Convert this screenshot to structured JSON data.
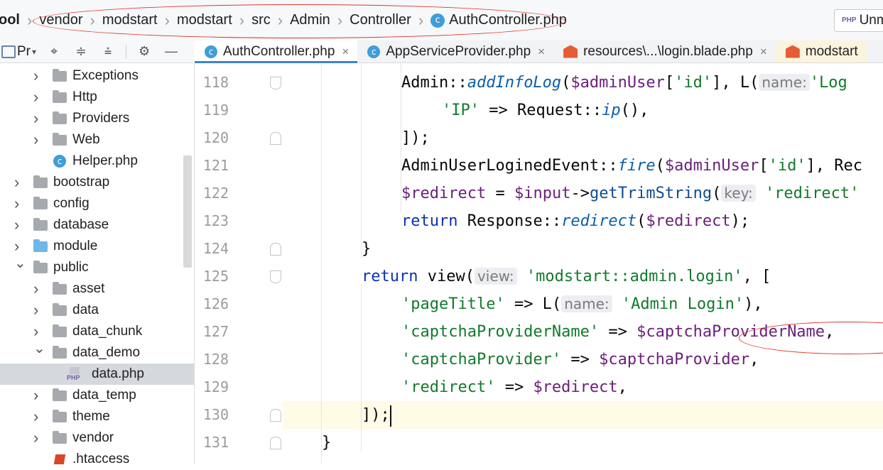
{
  "breadcrumb": {
    "items": [
      "ool",
      "vendor",
      "modstart",
      "modstart",
      "src",
      "Admin",
      "Controller",
      "AuthController.php"
    ],
    "file_icon": "php-class-icon"
  },
  "unmark_button": {
    "label": "Unm",
    "badge": "PHP"
  },
  "project_panel": {
    "title": "Pr",
    "toolbar_icons": [
      "chevron-down-icon",
      "locate-icon",
      "expand-all-icon",
      "collapse-all-icon",
      "gear-icon",
      "minimize-icon"
    ],
    "tree": [
      {
        "label": "Exceptions",
        "type": "folder",
        "depth": 1,
        "expanded": false
      },
      {
        "label": "Http",
        "type": "folder",
        "depth": 1,
        "expanded": false
      },
      {
        "label": "Providers",
        "type": "folder",
        "depth": 1,
        "expanded": false
      },
      {
        "label": "Web",
        "type": "folder",
        "depth": 1,
        "expanded": false
      },
      {
        "label": "Helper.php",
        "type": "class",
        "depth": 1
      },
      {
        "label": "bootstrap",
        "type": "folder",
        "depth": 0,
        "expanded": false
      },
      {
        "label": "config",
        "type": "folder",
        "depth": 0,
        "expanded": false
      },
      {
        "label": "database",
        "type": "folder",
        "depth": 0,
        "expanded": false
      },
      {
        "label": "module",
        "type": "folder-blue",
        "depth": 0,
        "expanded": false
      },
      {
        "label": "public",
        "type": "folder",
        "depth": 0,
        "expanded": true
      },
      {
        "label": "asset",
        "type": "folder",
        "depth": 1,
        "expanded": false
      },
      {
        "label": "data",
        "type": "folder",
        "depth": 1,
        "expanded": false
      },
      {
        "label": "data_chunk",
        "type": "folder",
        "depth": 1,
        "expanded": false
      },
      {
        "label": "data_demo",
        "type": "folder",
        "depth": 1,
        "expanded": true
      },
      {
        "label": "data.php",
        "type": "php",
        "depth": 2,
        "selected": true
      },
      {
        "label": "data_temp",
        "type": "folder",
        "depth": 1,
        "expanded": false
      },
      {
        "label": "theme",
        "type": "folder",
        "depth": 1,
        "expanded": false
      },
      {
        "label": "vendor",
        "type": "folder",
        "depth": 1,
        "expanded": false
      },
      {
        "label": ".htaccess",
        "type": "htaccess",
        "depth": 1
      }
    ]
  },
  "tabs": [
    {
      "label": "AuthController.php",
      "icon": "php-class-icon",
      "active": true
    },
    {
      "label": "AppServiceProvider.php",
      "icon": "php-class-icon",
      "active": false
    },
    {
      "label": "resources\\...\\login.blade.php",
      "icon": "blade-icon",
      "active": false
    },
    {
      "label": "modstart",
      "icon": "blade-icon",
      "active": false
    }
  ],
  "editor": {
    "lines": [
      {
        "n": "118",
        "fold": "up"
      },
      {
        "n": "119",
        "fold": ""
      },
      {
        "n": "120",
        "fold": "down"
      },
      {
        "n": "121",
        "fold": ""
      },
      {
        "n": "122",
        "fold": ""
      },
      {
        "n": "123",
        "fold": ""
      },
      {
        "n": "124",
        "fold": "down"
      },
      {
        "n": "125",
        "fold": "up"
      },
      {
        "n": "126",
        "fold": ""
      },
      {
        "n": "127",
        "fold": ""
      },
      {
        "n": "128",
        "fold": ""
      },
      {
        "n": "129",
        "fold": ""
      },
      {
        "n": "130",
        "fold": "down"
      },
      {
        "n": "131",
        "fold": "down"
      }
    ],
    "current_line": "130",
    "code": {
      "l118": [
        "Admin::",
        "addInfoLog",
        "(",
        "$adminUser",
        "[",
        "'id'",
        "], L(",
        "name:",
        "'Log"
      ],
      "l119": [
        "'IP'",
        " => Request::",
        "ip",
        "(),"
      ],
      "l120": [
        "]);"
      ],
      "l121": [
        "AdminUserLoginedEvent::",
        "fire",
        "(",
        "$adminUser",
        "[",
        "'id'",
        "], Rec"
      ],
      "l122": [
        "$redirect",
        " = ",
        "$input",
        "->",
        "getTrimString",
        "(",
        "key:",
        "'redirect'"
      ],
      "l123": [
        "return",
        " Response::",
        "redirect",
        "(",
        "$redirect",
        ");"
      ],
      "l124": [
        "}"
      ],
      "l125": [
        "return",
        " view(",
        "view:",
        "'modstart::admin.login'",
        ", ["
      ],
      "l126": [
        "'pageTitle'",
        " => L(",
        "name:",
        "'Admin Login'",
        "),"
      ],
      "l127": [
        "'captchaProviderName'",
        " => ",
        "$captchaProviderName",
        ","
      ],
      "l128": [
        "'captchaProvider'",
        " => ",
        "$captchaProvider",
        ","
      ],
      "l129": [
        "'redirect'",
        " => ",
        "$redirect",
        ","
      ],
      "l130": [
        "]);"
      ],
      "l131": [
        "}"
      ]
    }
  },
  "colors": {
    "accent": "#4083c9",
    "annotation": "#e0342a",
    "keyword": "#0b33b3",
    "string": "#127a2c",
    "variable": "#6a1f7a"
  }
}
